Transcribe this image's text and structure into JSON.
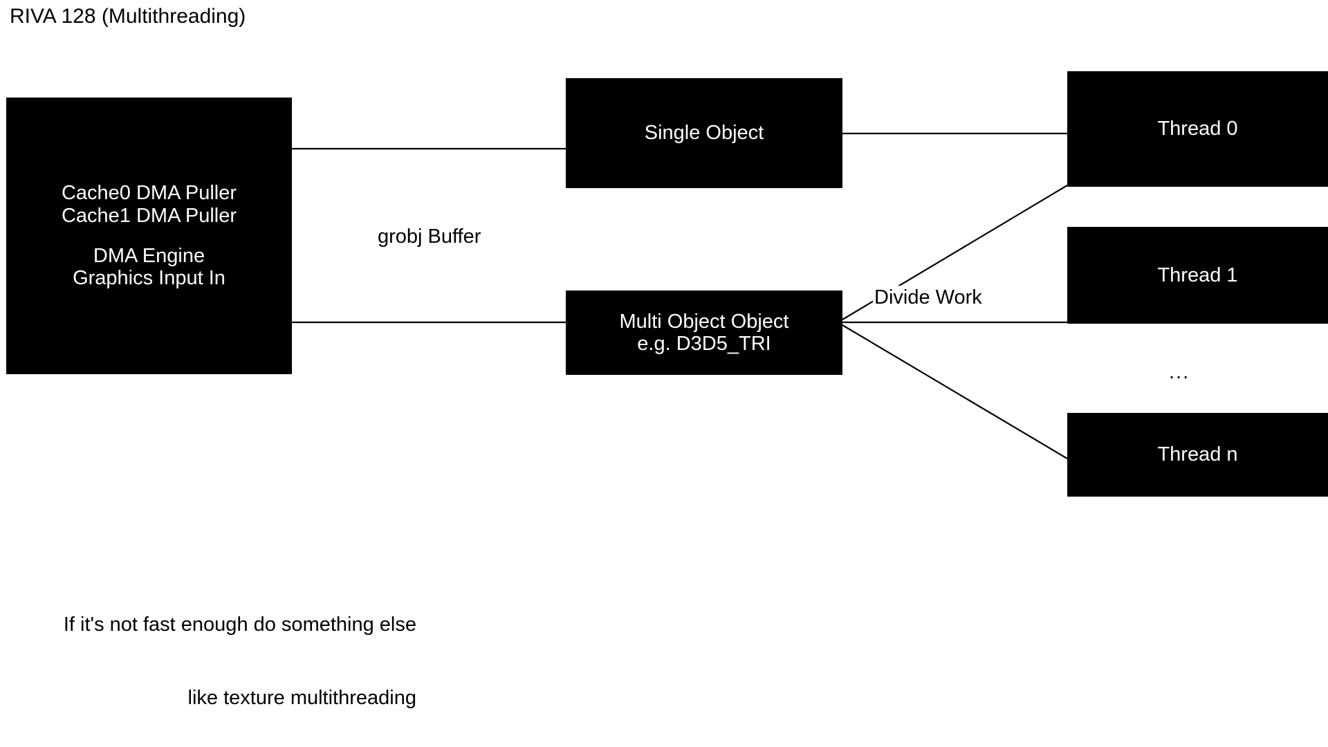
{
  "diagram": {
    "title": "RIVA 128 (Multithreading)",
    "background_color": "#ffffff",
    "box_fill_color": "#000000",
    "box_text_color": "#ffffff",
    "connector_color": "#000000"
  },
  "boxes": {
    "dma": {
      "line1": "Cache0 DMA Puller",
      "line2": "Cache1 DMA Puller",
      "line3": "DMA Engine",
      "line4": "Graphics Input In"
    },
    "single_object": {
      "label": "Single Object"
    },
    "multi_object": {
      "line1": "Multi Object Object",
      "line2": "e.g. D3D5_TRI"
    },
    "thread0": {
      "label": "Thread 0"
    },
    "thread1": {
      "label": "Thread 1"
    },
    "threadn": {
      "label": "Thread n"
    }
  },
  "labels": {
    "grobj_buffer": "grobj Buffer",
    "divide_work": "Divide Work",
    "ellipsis": "...",
    "footer_line1": "If it's not fast enough do something else",
    "footer_line2": "like texture multithreading"
  }
}
